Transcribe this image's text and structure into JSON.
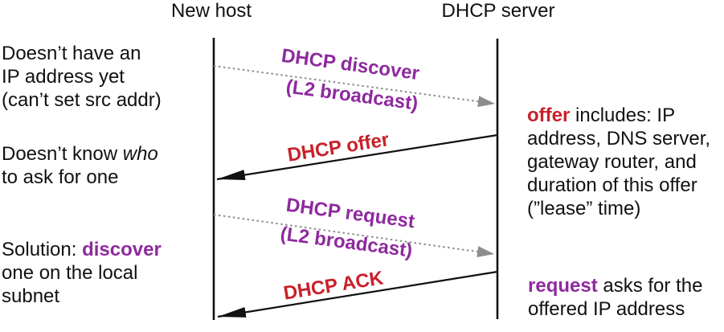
{
  "colors": {
    "purple": "#8e2a9e",
    "red": "#c9202a",
    "ink": "#111111",
    "gray_arrow": "#8c8c8c"
  },
  "headers": {
    "new_host": "New host",
    "dhcp_server": "DHCP server"
  },
  "left_notes": {
    "no_ip": {
      "line1": "Doesn’t have an",
      "line2": "IP address yet",
      "line3": "(can’t set src addr)"
    },
    "who": {
      "pre": "Doesn’t know ",
      "italic": "who",
      "line2": "to ask for one"
    },
    "solution": {
      "pre": "Solution: ",
      "accent": "discover",
      "line2": "one on the local",
      "line3": "subnet"
    }
  },
  "right_notes": {
    "offer": {
      "accent": "offer",
      "rest": " includes: IP",
      "line2": "address, DNS server,",
      "line3": "gateway router, and",
      "line4": "duration of this offer",
      "line5": "(”lease” time)"
    },
    "request": {
      "accent": "request",
      "rest": " asks for the",
      "line2": "offered IP address"
    }
  },
  "messages": {
    "discover": {
      "line1": "DHCP discover",
      "line2": "(L2 broadcast)"
    },
    "offer": {
      "label": "DHCP offer"
    },
    "request": {
      "line1": "DHCP request",
      "line2": "(L2 broadcast)"
    },
    "ack": {
      "label": "DHCP ACK"
    }
  }
}
